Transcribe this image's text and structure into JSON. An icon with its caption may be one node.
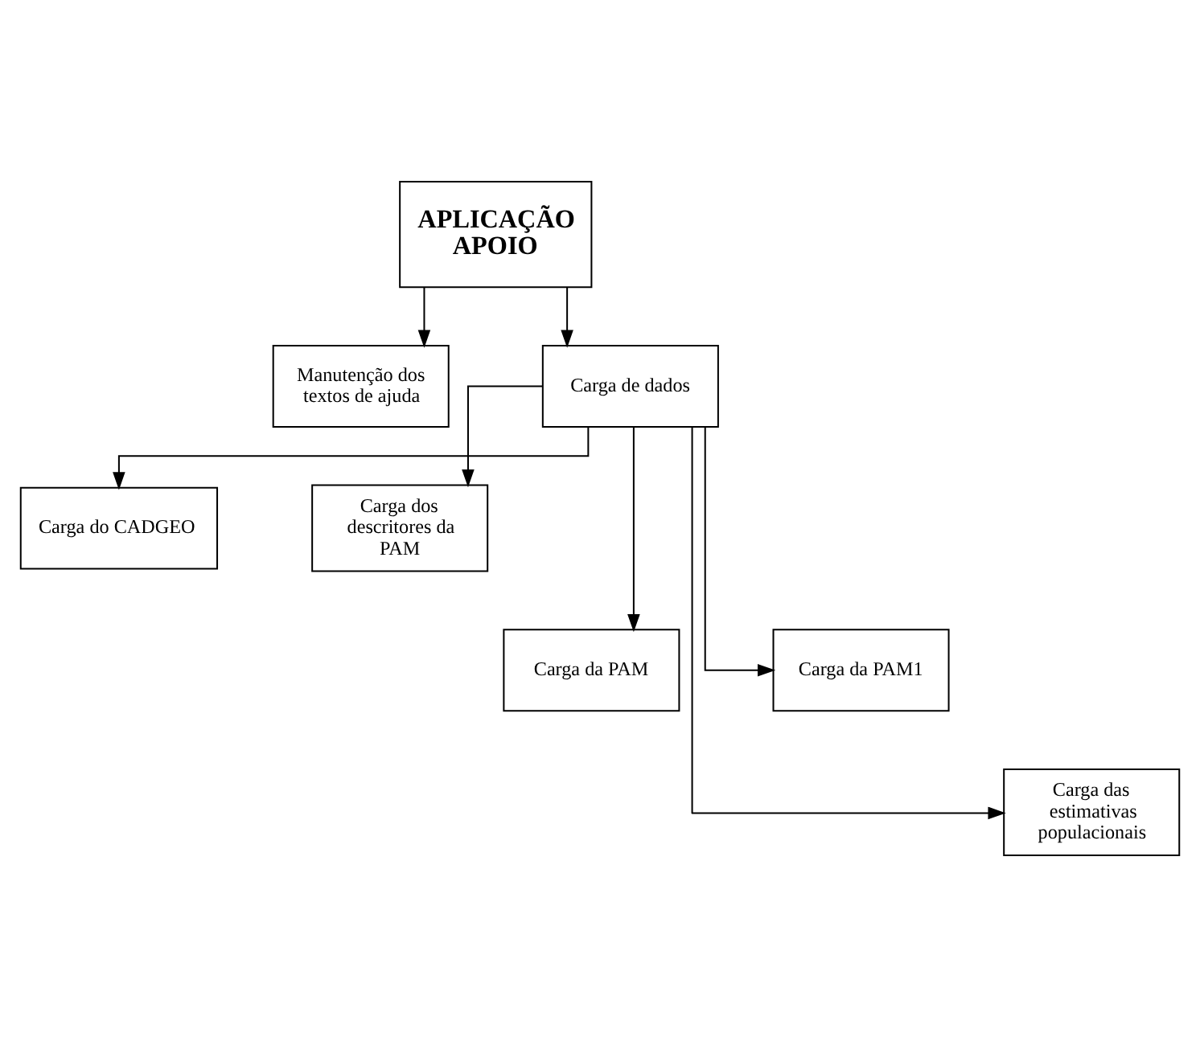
{
  "diagram": {
    "nodes": [
      {
        "text": [
          "APLICAÇÃO APOIO"
        ]
      },
      {
        "text": [
          "Manutenção dos textos de ajuda"
        ]
      },
      {
        "text": [
          "Carga de dados"
        ]
      },
      {
        "text": [
          "Carga do CADGEO"
        ]
      },
      {
        "text": [
          "Carga dos descritores da PAM"
        ]
      },
      {
        "text": [
          "Carga da PAM"
        ]
      },
      {
        "text": [
          "Carga da PAM1"
        ]
      },
      {
        "text": [
          "Carga das estimativas populacionais"
        ]
      }
    ],
    "edges": [
      {
        "from": 0,
        "to": 1,
        "arrow": "to"
      },
      {
        "from": 0,
        "to": 2,
        "arrow": "to"
      },
      {
        "from": 2,
        "to": 3,
        "arrow": "to"
      },
      {
        "from": 2,
        "to": 4,
        "arrow": "to"
      },
      {
        "from": 2,
        "to": 5,
        "arrow": "to"
      },
      {
        "from": 2,
        "to": 6,
        "arrow": "to"
      },
      {
        "from": 2,
        "to": 7,
        "arrow": "to"
      }
    ]
  }
}
